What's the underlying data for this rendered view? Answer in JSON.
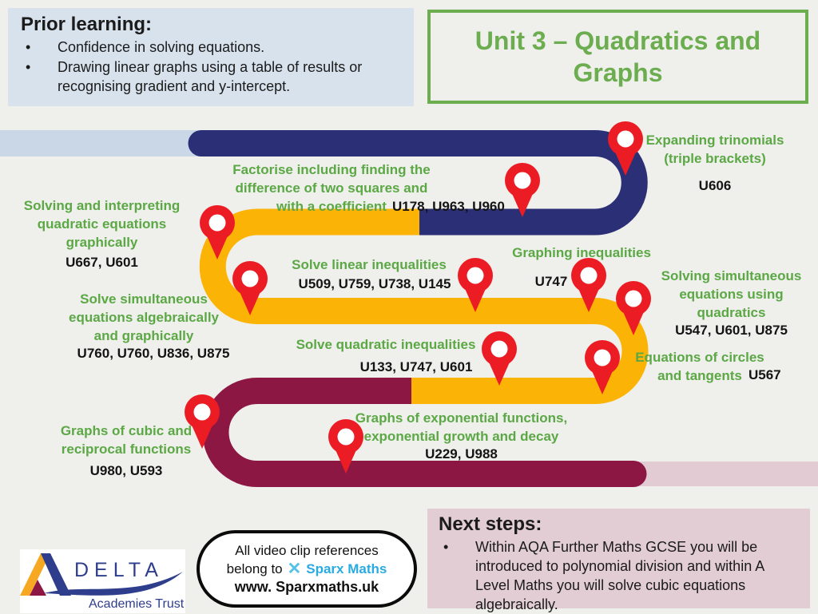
{
  "prior": {
    "title": "Prior learning:",
    "bullets": [
      "Confidence in solving equations.",
      "Drawing linear graphs using a table of results or recognising gradient and y-intercept."
    ]
  },
  "unit_title": "Unit 3 – Quadratics and Graphs",
  "topics": [
    {
      "id": "factorise",
      "title": "Factorise including finding the\ndifference of two squares and\nwith a coefficient",
      "codes": "U178, U963, U960"
    },
    {
      "id": "solving-interpreting-quadratics",
      "title": "Solving and interpreting\nquadratic equations\ngraphically",
      "codes": "U667, U601"
    },
    {
      "id": "expanding-trinomials",
      "title": "Expanding trinomials\n(triple brackets)",
      "codes": "U606"
    },
    {
      "id": "solve-linear-inequalities",
      "title": "Solve linear inequalities",
      "codes": "U509, U759, U738, U145"
    },
    {
      "id": "graphing-inequalities",
      "title": "Graphing inequalities",
      "codes": "U747"
    },
    {
      "id": "solve-simultaneous-algebraically",
      "title": "Solve simultaneous\nequations algebraically\nand graphically",
      "codes": "U760, U760, U836, U875"
    },
    {
      "id": "solving-simultaneous-quadratics",
      "title": "Solving simultaneous\nequations using\nquadratics",
      "codes": "U547, U601, U875"
    },
    {
      "id": "solve-quadratic-inequalities",
      "title": "Solve quadratic inequalities",
      "codes": "U133, U747, U601"
    },
    {
      "id": "equations-of-circles",
      "title": "Equations of circles\nand tangents",
      "codes": "U567"
    },
    {
      "id": "graphs-cubic-reciprocal",
      "title": "Graphs of cubic and\nreciprocal functions",
      "codes": "U980, U593"
    },
    {
      "id": "graphs-exponential",
      "title": "Graphs of exponential functions,\nexponential growth and decay",
      "codes": "U229, U988"
    }
  ],
  "next_steps": {
    "title": "Next steps:",
    "bullets": [
      "Within AQA Further Maths GCSE you will be introduced to polynomial division and within A Level Maths you will solve cubic equations algebraically."
    ]
  },
  "sparx": {
    "line1": "All video clip references",
    "line2_prefix": "belong to",
    "brand": "Sparx Maths",
    "url": "www. Sparxmaths.uk"
  },
  "delta": {
    "name": "DELTA",
    "sub": "Academies Trust"
  },
  "icons": {
    "sparx_x": "✕"
  },
  "colors": {
    "page_bg": "#EFEFEC",
    "prior_bg": "#D8E2EC",
    "next_bg": "#E2CDD4",
    "green_title": "#6BAD4F",
    "green_label": "#5BA845",
    "navy": "#2B2F76",
    "gold": "#FBB405",
    "maroon": "#8D1743",
    "pin_red": "#EC1C24",
    "lightblue_bar": "#C9D7E7",
    "pink_bar": "#E3CBD3",
    "sparx_blue": "#29ABE2",
    "sparx_x": "#55C1E9"
  }
}
